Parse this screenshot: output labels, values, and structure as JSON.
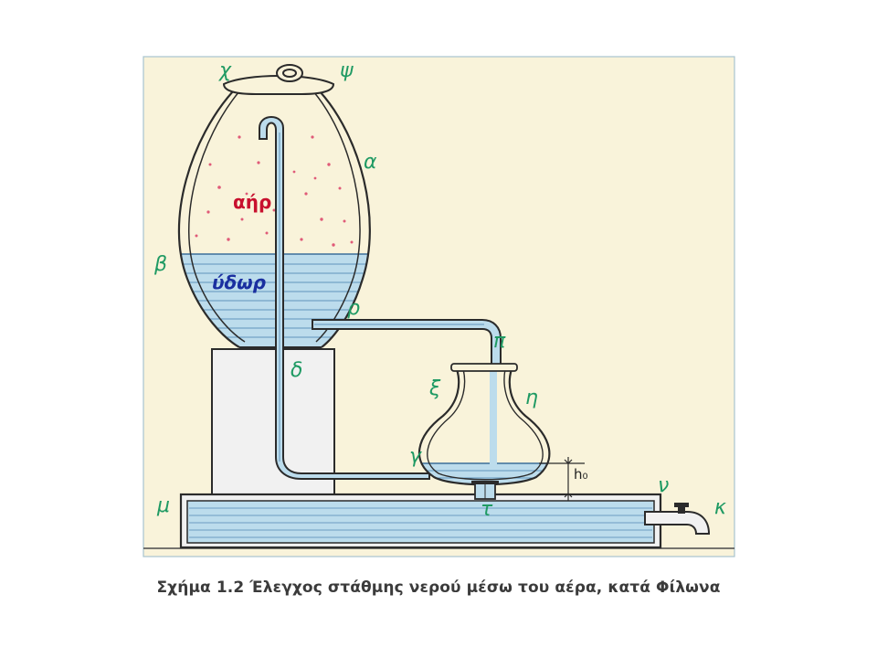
{
  "caption": "Σχήμα 1.2  Έλεγχος στάθμης νερού μέσω του αέρα, κατά Φίλωνα",
  "labels": {
    "chi": "χ",
    "psi": "ψ",
    "alpha": "α",
    "beta": "β",
    "rho": "ρ",
    "delta": "δ",
    "pi": "π",
    "xi": "ξ",
    "eta": "η",
    "gamma": "γ",
    "tau": "τ",
    "nu": "ν",
    "kappa": "κ",
    "mu": "μ",
    "air": "αήρ",
    "water": "ύδωρ",
    "h0": "h₀"
  },
  "colors": {
    "background": "#f9f3da",
    "water": "#bcdcec",
    "water_lines": "#5f94bd",
    "air_dots": "#e05a78",
    "labels": "#1f9a63",
    "outline": "#2b2b2b"
  }
}
